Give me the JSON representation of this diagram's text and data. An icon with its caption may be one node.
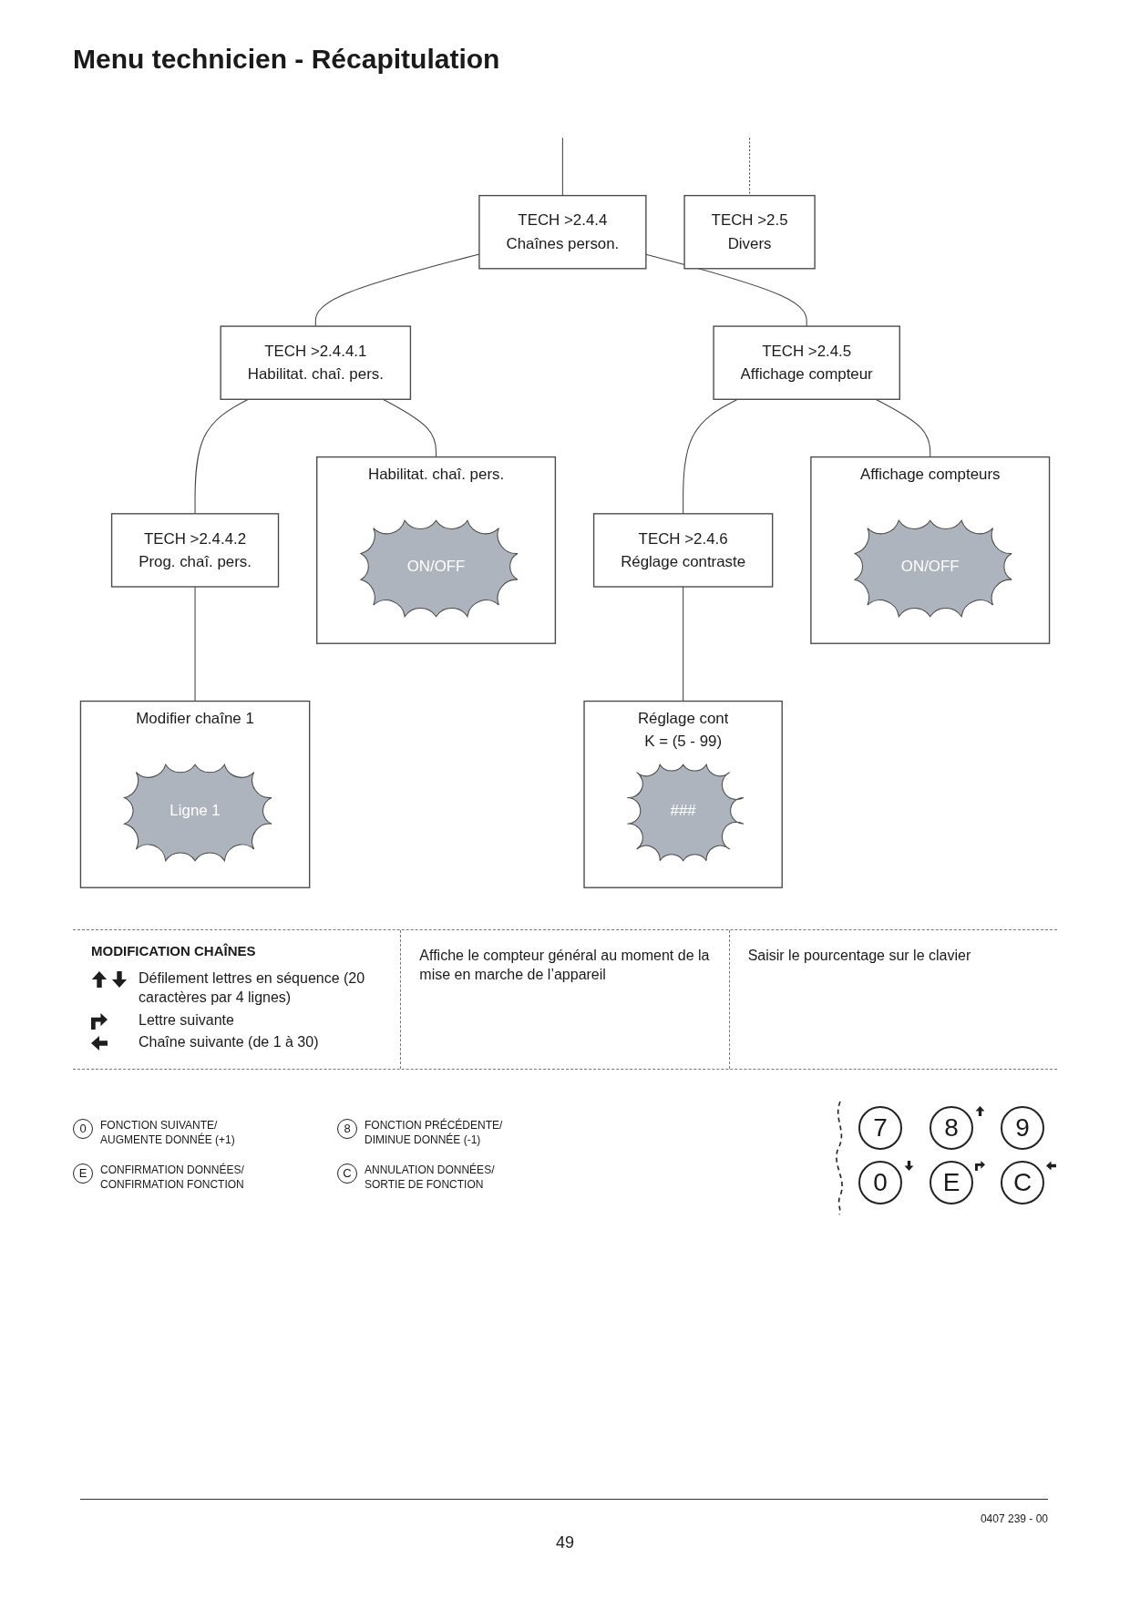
{
  "diagram": {
    "title": "Menu technicien - Récapitulation",
    "nodes": [
      {
        "text": [
          "TECH >2.4.4",
          "Chaînes person."
        ]
      },
      {
        "text": [
          "TECH >2.4.4.1",
          "Habilitat. chaî. pers."
        ]
      },
      {
        "text": [
          "Habilitat. chaî. pers."
        ]
      },
      {
        "text": [
          "ON/OFF"
        ],
        "in": 2
      },
      {
        "text": [
          "TECH >2.4.4.2",
          "Prog. chaî. pers."
        ]
      },
      {
        "text": [
          "Modifier chaîne 1"
        ]
      },
      {
        "text": [
          "Ligne 1"
        ],
        "in": 5
      },
      {
        "text": [
          "TECH >2.4.5",
          "Affichage compteur"
        ]
      },
      {
        "text": [
          "Affichage compteurs"
        ]
      },
      {
        "text": [
          "ON/OFF"
        ],
        "in": 8
      },
      {
        "text": [
          "TECH >2.4.6",
          "Réglage contraste"
        ]
      },
      {
        "text": [
          "Réglage cont",
          "K = (5 - 99)"
        ]
      },
      {
        "text": [
          "###"
        ],
        "in": 11
      },
      {
        "text": [
          "TECH >2.5",
          "Divers"
        ]
      }
    ],
    "edges": [
      {
        "from": null,
        "to": 0,
        "arrow": "none"
      },
      {
        "from": 0,
        "to": 1,
        "arrow": "none"
      },
      {
        "from": 1,
        "to": 2,
        "arrow": "none"
      },
      {
        "from": 1,
        "to": 4,
        "arrow": "none"
      },
      {
        "from": 4,
        "to": 5,
        "arrow": "none"
      },
      {
        "from": 0,
        "to": 7,
        "arrow": "none"
      },
      {
        "from": 7,
        "to": 8,
        "arrow": "none"
      },
      {
        "from": 7,
        "to": 10,
        "arrow": "none"
      },
      {
        "from": 10,
        "to": 11,
        "arrow": "none"
      },
      {
        "from": null,
        "to": 13,
        "arrow": "none",
        "style": "dashed"
      }
    ],
    "labels": [
      "MODIFICATION CHAÎNES",
      "Défilement lettres en séquence (20 caractères par 4 lignes)",
      "Lettre suivante",
      "Chaîne suivante (de 1 à 30)",
      "Affiche le compteur général au moment de la mise en marche de l’appareil",
      "Saisir le pourcentage sur le clavier",
      "0",
      "8",
      "7",
      "8",
      "9",
      "E",
      "C",
      "0",
      "E",
      "C",
      "0407 239 - 00",
      "49"
    ],
    "legend": [
      {
        "text": "FONCTION SUIVANTE/ AUGMENTE DONNÉE (+1)"
      },
      {
        "text": "FONCTION PRÉCÉDENTE/ DIMINUE DONNÉE (-1)"
      },
      {
        "text": "CONFIRMATION DONNÉES/ CONFIRMATION FONCTION"
      },
      {
        "text": "ANNULATION DONNÉES/ SORTIE DE FONCTION"
      }
    ]
  }
}
